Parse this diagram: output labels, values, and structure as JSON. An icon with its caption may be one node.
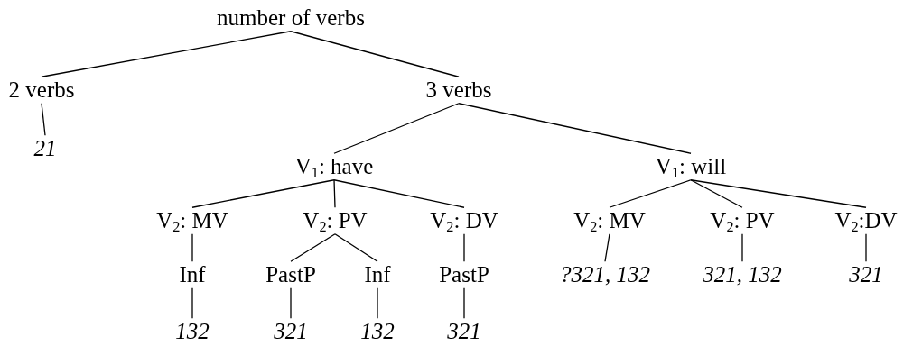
{
  "diagram": {
    "nodes": [
      {
        "text": [
          "number of verbs"
        ]
      },
      {
        "text": [
          "2 verbs"
        ]
      },
      {
        "text": [
          "3 verbs"
        ]
      },
      {
        "text": [
          "21"
        ]
      },
      {
        "text": [
          "V$_{1}$: have"
        ]
      },
      {
        "text": [
          "V$_{1}$: will"
        ]
      },
      {
        "text": [
          "V$_{2}$: MV"
        ]
      },
      {
        "text": [
          "V$_{2}$: PV"
        ]
      },
      {
        "text": [
          "V$_{2}$: DV"
        ]
      },
      {
        "text": [
          "V$_{2}$: MV"
        ]
      },
      {
        "text": [
          "V$_{2}$: PV"
        ]
      },
      {
        "text": [
          "V$_{2}$:DV"
        ]
      },
      {
        "text": [
          "Inf"
        ]
      },
      {
        "text": [
          "PastP"
        ]
      },
      {
        "text": [
          "Inf"
        ]
      },
      {
        "text": [
          "PastP"
        ]
      },
      {
        "text": [
          "?321, 132"
        ]
      },
      {
        "text": [
          "321, 132"
        ]
      },
      {
        "text": [
          "321"
        ]
      },
      {
        "text": [
          "132"
        ]
      },
      {
        "text": [
          "321"
        ]
      },
      {
        "text": [
          "132"
        ]
      },
      {
        "text": [
          "321"
        ]
      }
    ],
    "edges": [
      {
        "from": 0,
        "to": 1,
        "arrow": "none"
      },
      {
        "from": 0,
        "to": 2,
        "arrow": "none"
      },
      {
        "from": 1,
        "to": 3,
        "arrow": "none"
      },
      {
        "from": 2,
        "to": 4,
        "arrow": "none"
      },
      {
        "from": 2,
        "to": 5,
        "arrow": "none"
      },
      {
        "from": 4,
        "to": 6,
        "arrow": "none"
      },
      {
        "from": 4,
        "to": 7,
        "arrow": "none"
      },
      {
        "from": 4,
        "to": 8,
        "arrow": "none"
      },
      {
        "from": 5,
        "to": 9,
        "arrow": "none"
      },
      {
        "from": 5,
        "to": 10,
        "arrow": "none"
      },
      {
        "from": 5,
        "to": 11,
        "arrow": "none"
      },
      {
        "from": 6,
        "to": 12,
        "arrow": "none"
      },
      {
        "from": 7,
        "to": 13,
        "arrow": "none"
      },
      {
        "from": 7,
        "to": 14,
        "arrow": "none"
      },
      {
        "from": 8,
        "to": 15,
        "arrow": "none"
      },
      {
        "from": 9,
        "to": 16,
        "arrow": "none"
      },
      {
        "from": 10,
        "to": 17,
        "arrow": "none"
      },
      {
        "from": 11,
        "to": 18,
        "arrow": "none"
      },
      {
        "from": 12,
        "to": 19,
        "arrow": "none"
      },
      {
        "from": 13,
        "to": 20,
        "arrow": "none"
      },
      {
        "from": 14,
        "to": 21,
        "arrow": "none"
      },
      {
        "from": 15,
        "to": 22,
        "arrow": "none"
      }
    ]
  }
}
